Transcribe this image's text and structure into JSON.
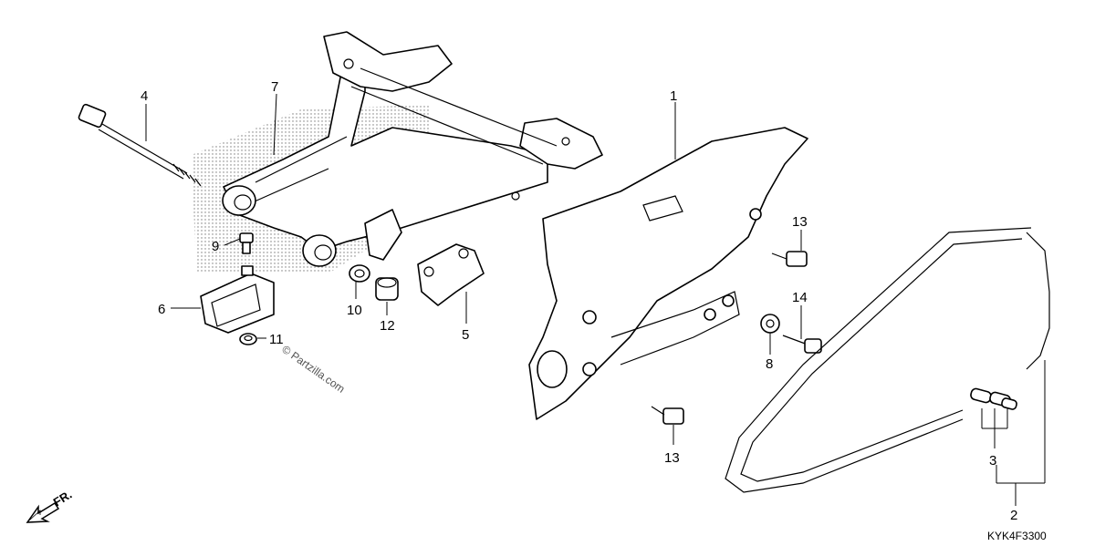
{
  "callouts": {
    "c1": "1",
    "c2": "2",
    "c3": "3",
    "c4": "4",
    "c5": "5",
    "c6": "6",
    "c7": "7",
    "c8": "8",
    "c9": "9",
    "c10": "10",
    "c11": "11",
    "c12": "12",
    "c13a": "13",
    "c13b": "13",
    "c14": "14"
  },
  "diagram_code": "KYK4F3300",
  "watermark": "© Partzilla.com",
  "direction_label": "FR."
}
